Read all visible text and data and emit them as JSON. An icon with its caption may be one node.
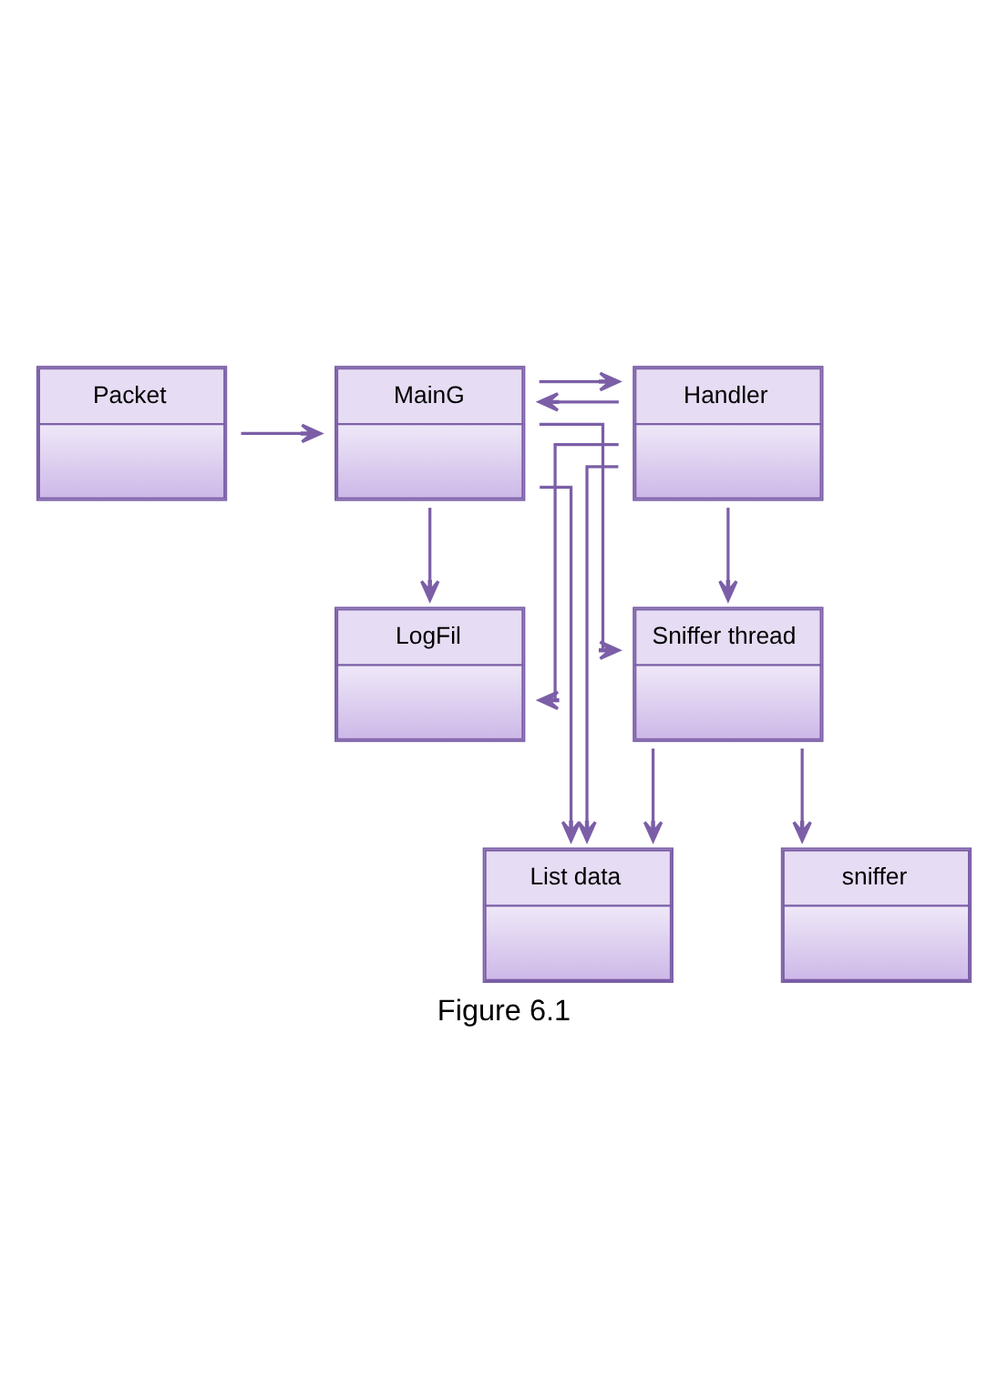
{
  "diagram": {
    "caption": "Figure 6.1",
    "nodes": [
      {
        "text": [
          "Packet"
        ]
      },
      {
        "text": [
          "MainG"
        ]
      },
      {
        "text": [
          "Handler"
        ]
      },
      {
        "text": [
          "Sniffer thread"
        ]
      },
      {
        "text": [
          "List data"
        ]
      },
      {
        "text": [
          "sniffer"
        ]
      },
      {
        "text": [
          "LogFil"
        ]
      }
    ],
    "edges": [
      {
        "from": 0,
        "to": 1,
        "arrow": "to"
      },
      {
        "from": 1,
        "to": 2,
        "arrow": "to"
      },
      {
        "from": 2,
        "to": 1,
        "arrow": "to"
      },
      {
        "from": 1,
        "to": 3,
        "arrow": "to"
      },
      {
        "from": 2,
        "to": 3,
        "arrow": "to"
      },
      {
        "from": 1,
        "to": 4,
        "arrow": "to"
      },
      {
        "from": 2,
        "to": 4,
        "arrow": "to"
      },
      {
        "from": 3,
        "to": 4,
        "arrow": "to"
      },
      {
        "from": 3,
        "to": 5,
        "arrow": "to"
      },
      {
        "from": 1,
        "to": 6,
        "arrow": "to"
      },
      {
        "from": 2,
        "to": 6,
        "arrow": "to"
      }
    ]
  }
}
